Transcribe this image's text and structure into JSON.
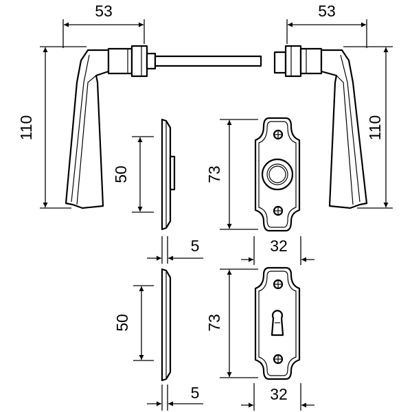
{
  "dimensions": {
    "left_lever_width": "53",
    "right_lever_width": "53",
    "left_lever_height": "110",
    "right_lever_height": "110",
    "top_rose_side_height": "50",
    "top_rose_front_height": "73",
    "top_rose_thickness": "5",
    "top_rose_width": "32",
    "bottom_rose_side_height": "50",
    "bottom_rose_front_height": "73",
    "bottom_rose_thickness": "5",
    "bottom_rose_width": "32"
  }
}
